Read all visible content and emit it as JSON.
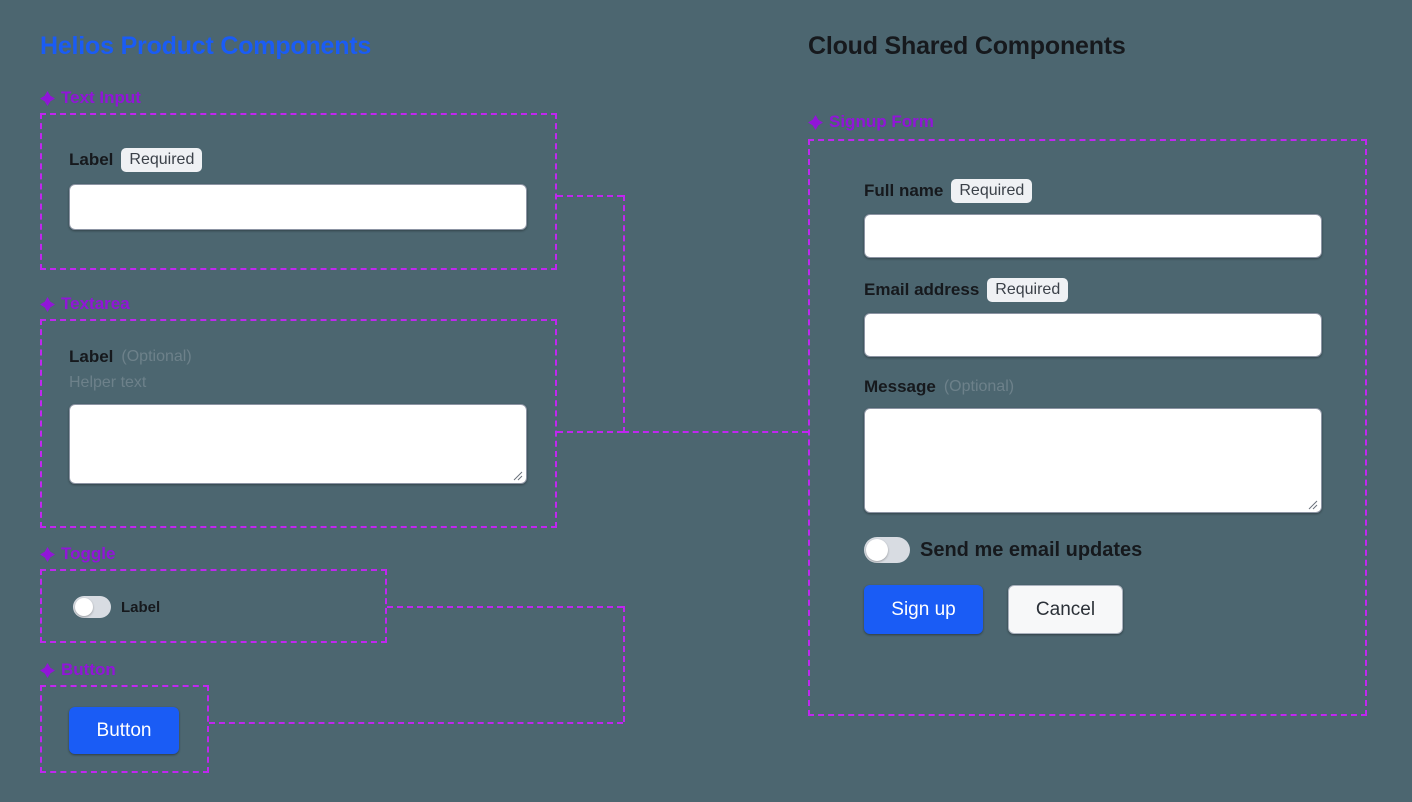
{
  "theme": {
    "background": "#4c6670",
    "accent_blue": "#1a5cf5",
    "accent_purple": "#9115d8",
    "frame_dashed": "#c026f0",
    "label_dark": "#16191d",
    "muted_text": "#6d818a",
    "badge_bg": "#eff1f4"
  },
  "left_panel": {
    "title": "Helios Product Components",
    "sections": [
      {
        "icon": "diamond-icon",
        "label": "Text Input",
        "field": {
          "label": "Label",
          "badge": "Required",
          "input_value": "",
          "placeholder": ""
        }
      },
      {
        "icon": "diamond-icon",
        "label": "Textarea",
        "field": {
          "label": "Label",
          "optional": "(Optional)",
          "helper": "Helper text",
          "input_value": "",
          "placeholder": ""
        }
      },
      {
        "icon": "diamond-icon",
        "label": "Toggle",
        "field": {
          "label": "Label",
          "state": "off"
        }
      },
      {
        "icon": "diamond-icon",
        "label": "Button",
        "field": {
          "label": "Button"
        }
      }
    ]
  },
  "right_panel": {
    "title": "Cloud Shared Components",
    "section": {
      "icon": "diamond-icon",
      "label": "Signup Form"
    },
    "form": {
      "name": {
        "label": "Full name",
        "badge": "Required",
        "value": "",
        "placeholder": ""
      },
      "email": {
        "label": "Email address",
        "badge": "Required",
        "value": "",
        "placeholder": ""
      },
      "message": {
        "label": "Message",
        "optional": "(Optional)",
        "value": "",
        "placeholder": ""
      },
      "subscribe": {
        "label": "Send me email updates",
        "state": "off"
      },
      "actions": {
        "submit": "Sign up",
        "cancel": "Cancel"
      }
    }
  }
}
